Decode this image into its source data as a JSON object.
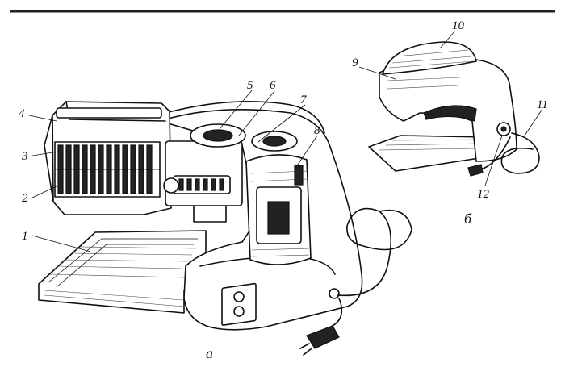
{
  "figure": {
    "callouts": [
      "1",
      "2",
      "3",
      "4",
      "5",
      "6",
      "7",
      "8",
      "9",
      "10",
      "11",
      "12"
    ],
    "subfigure_labels": [
      "а",
      "б"
    ]
  }
}
